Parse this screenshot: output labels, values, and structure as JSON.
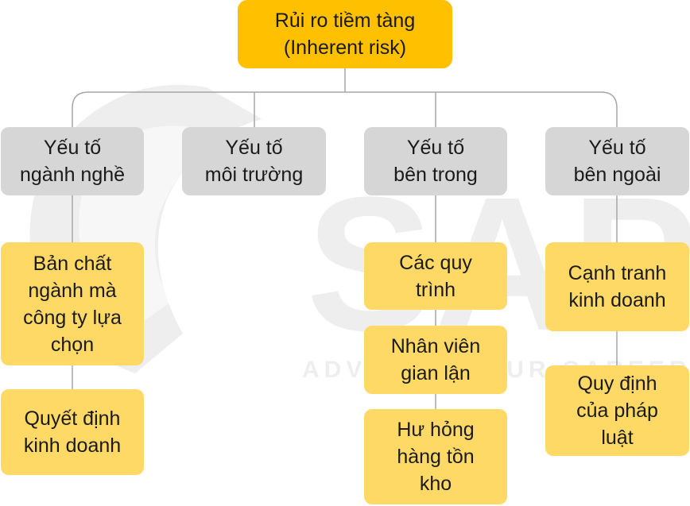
{
  "diagram": {
    "root": {
      "label": "Rủi ro tiềm tàng\n(Inherent risk)"
    },
    "categories": [
      {
        "label": "Yếu tố\nngành nghề"
      },
      {
        "label": "Yếu tố\nmôi trường"
      },
      {
        "label": "Yếu tố\nbên trong"
      },
      {
        "label": "Yếu tố\nbên ngoài"
      }
    ],
    "leaves": {
      "nganh_nghe": [
        {
          "label": "Bản chất\nngành mà\ncông ty lựa\nchọn"
        },
        {
          "label": "Quyết định\nkinh doanh"
        }
      ],
      "ben_trong": [
        {
          "label": "Các quy\ntrình"
        },
        {
          "label": "Nhân viên\ngian lận"
        },
        {
          "label": "Hư hỏng\nhàng tồn\nkho"
        }
      ],
      "ben_ngoai": [
        {
          "label": "Cạnh tranh\nkinh doanh"
        },
        {
          "label": "Quy định\ncủa pháp\nluật"
        }
      ]
    },
    "colors": {
      "root": "#ffc000",
      "category": "#d6d6d6",
      "leaf": "#ffd966",
      "connector": "#a6a6a6"
    }
  },
  "watermark": {
    "brand": "SAPP",
    "tagline": "ADVANCE YOUR CAREER"
  }
}
